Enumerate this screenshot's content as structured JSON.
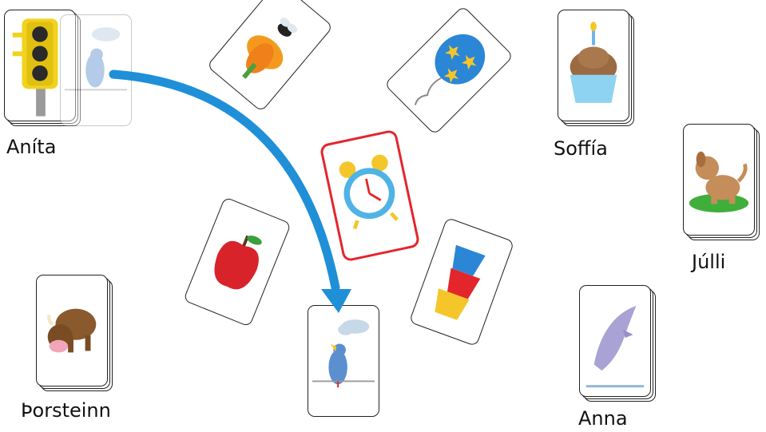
{
  "players": [
    {
      "id": "anita",
      "name": "Aníta",
      "card": "traffic-light"
    },
    {
      "id": "soffia",
      "name": "Soffía",
      "card": "cupcake"
    },
    {
      "id": "julli",
      "name": "Júlli",
      "card": "puppy"
    },
    {
      "id": "anna",
      "name": "Anna",
      "card": "dolphin"
    },
    {
      "id": "thorsteinn",
      "name": "Þorsteinn",
      "card": "cow"
    }
  ],
  "table_cards": [
    "bee-flower",
    "balloon",
    "alarm-clock",
    "apple",
    "cups",
    "bird-cloud"
  ],
  "highlighted_card": "alarm-clock",
  "dragged_card": "bird-cloud",
  "colors": {
    "highlight": "#e3262c",
    "arrow": "#1f8fd8",
    "card_border": "#222222"
  }
}
